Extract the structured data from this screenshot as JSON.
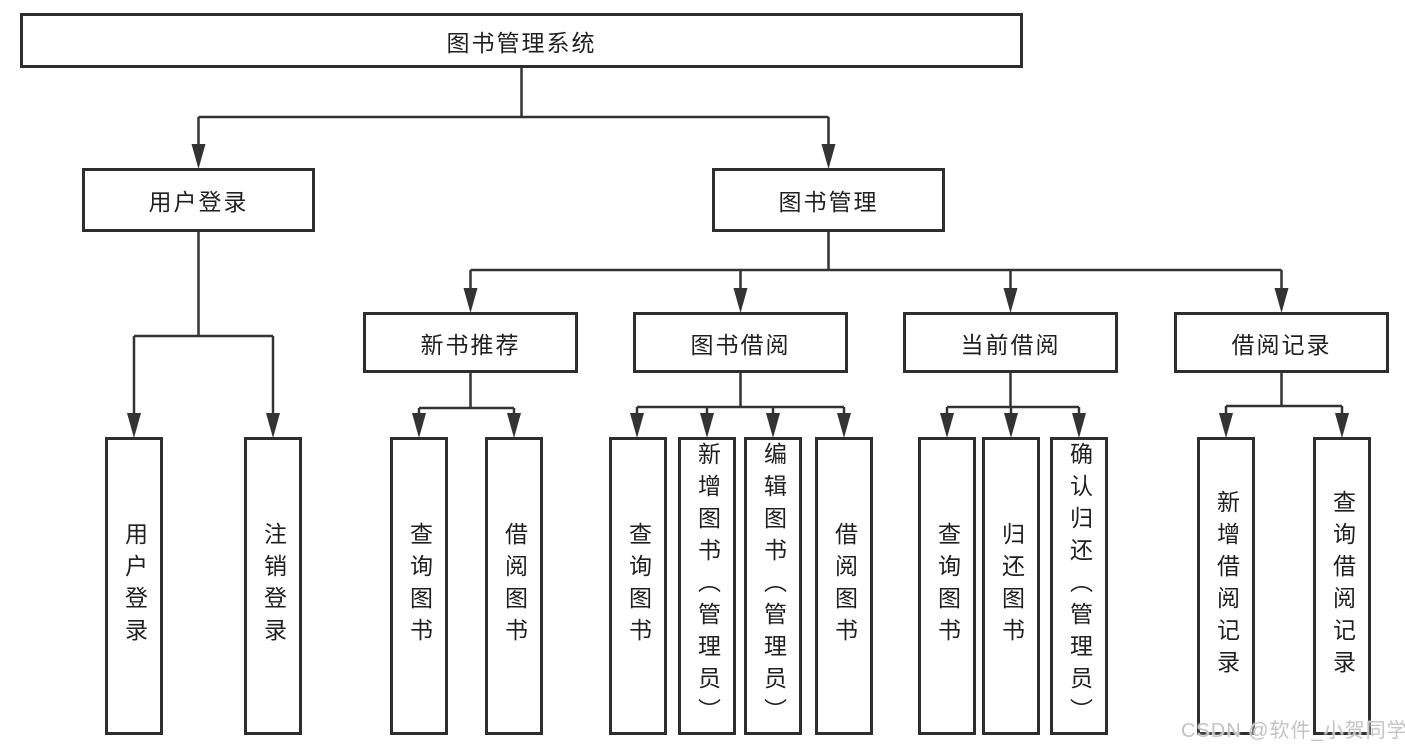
{
  "diagram": {
    "type": "hierarchy-tree",
    "colors": {
      "line": "#333333",
      "box_border": "#2e2e2e",
      "text": "#1f1f1f",
      "watermark": "#c3c3c3",
      "background": "#ffffff"
    },
    "nodes": {
      "root": "图书管理系统",
      "user_login": "用户登录",
      "book_management": "图书管理",
      "new_book_recommend": "新书推荐",
      "book_borrowing": "图书借阅",
      "current_borrowing": "当前借阅",
      "borrowing_records": "借阅记录",
      "leaf_user_login": "用户登录",
      "leaf_logout": "注销登录",
      "leaf_query_books_recommend": "查询图书",
      "leaf_borrow_books_recommend": "借阅图书",
      "leaf_query_books_borrow": "查询图书",
      "leaf_add_books_admin": "新增图书（管理员）",
      "leaf_edit_books_admin": "编辑图书（管理员）",
      "leaf_borrow_books_borrow": "借阅图书",
      "leaf_query_books_current": "查询图书",
      "leaf_return_books": "归还图书",
      "leaf_confirm_return_admin": "确认归还（管理员）",
      "leaf_add_borrow_record": "新增借阅记录",
      "leaf_query_borrow_record": "查询借阅记录"
    },
    "watermark": "CSDN @软件_小贺同学"
  }
}
